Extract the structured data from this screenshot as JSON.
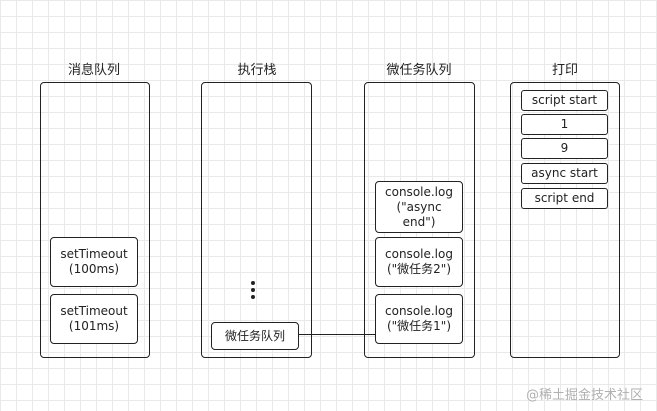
{
  "columns": {
    "message_queue": {
      "title": "消息队列",
      "items": [
        {
          "line1": "setTimeout",
          "line2": "(100ms)"
        },
        {
          "line1": "setTimeout",
          "line2": "(101ms)"
        }
      ]
    },
    "call_stack": {
      "title": "执行栈",
      "item": "微任务队列"
    },
    "microtask_queue": {
      "title": "微任务队列",
      "items": [
        {
          "line1": "console.log",
          "line2": "(\"async",
          "line3": "end\")"
        },
        {
          "line1": "console.log",
          "line2": "(\"微任务2\")"
        },
        {
          "line1": "console.log",
          "line2": "(\"微任务1\")"
        }
      ]
    },
    "print": {
      "title": "打印",
      "items": [
        "script start",
        "1",
        "9",
        "async start",
        "script end"
      ]
    }
  },
  "watermark": "@稀土掘金技术社区"
}
